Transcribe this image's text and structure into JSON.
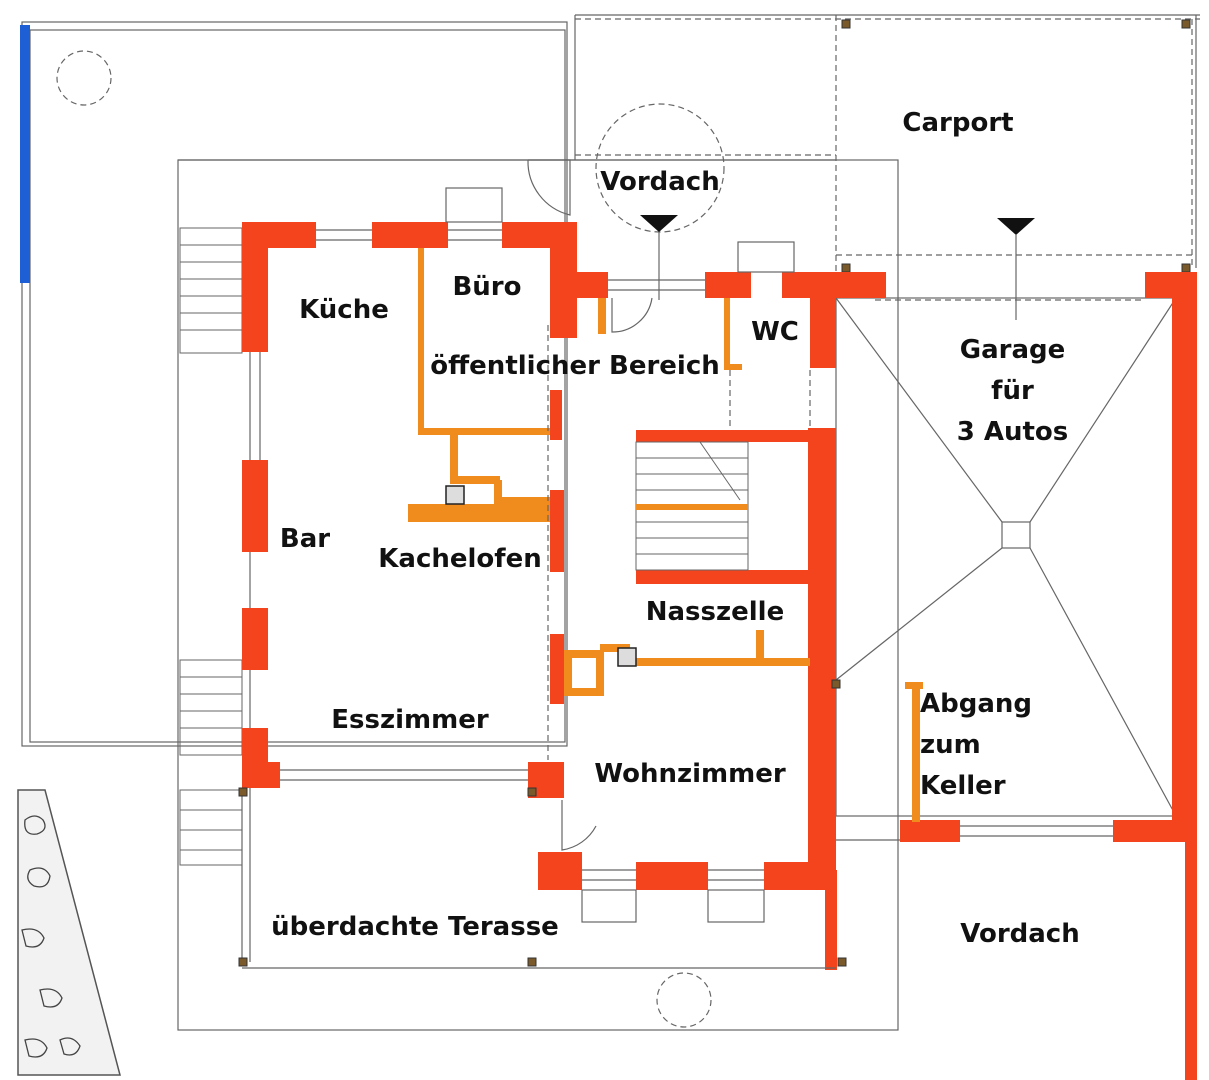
{
  "rooms": {
    "carport": "Carport",
    "vordach_top": "Vordach",
    "kueche": "Küche",
    "buero": "Büro",
    "wc": "WC",
    "oeffentlich": "öffentlicher Bereich",
    "garage": "Garage\nfür\n3 Autos",
    "bar": "Bar",
    "kachelofen": "Kachelofen",
    "nasszelle": "Nasszelle",
    "abgang": "Abgang\nzum\nKeller",
    "esszimmer": "Esszimmer",
    "wohnzimmer": "Wohnzimmer",
    "terasse": "überdachte Terasse",
    "vordach_bottom": "Vordach"
  },
  "colors": {
    "wall": "#f4441e",
    "fixture": "#f08c1e",
    "pool_edge": "#1f5fd6",
    "line": "#666666"
  }
}
